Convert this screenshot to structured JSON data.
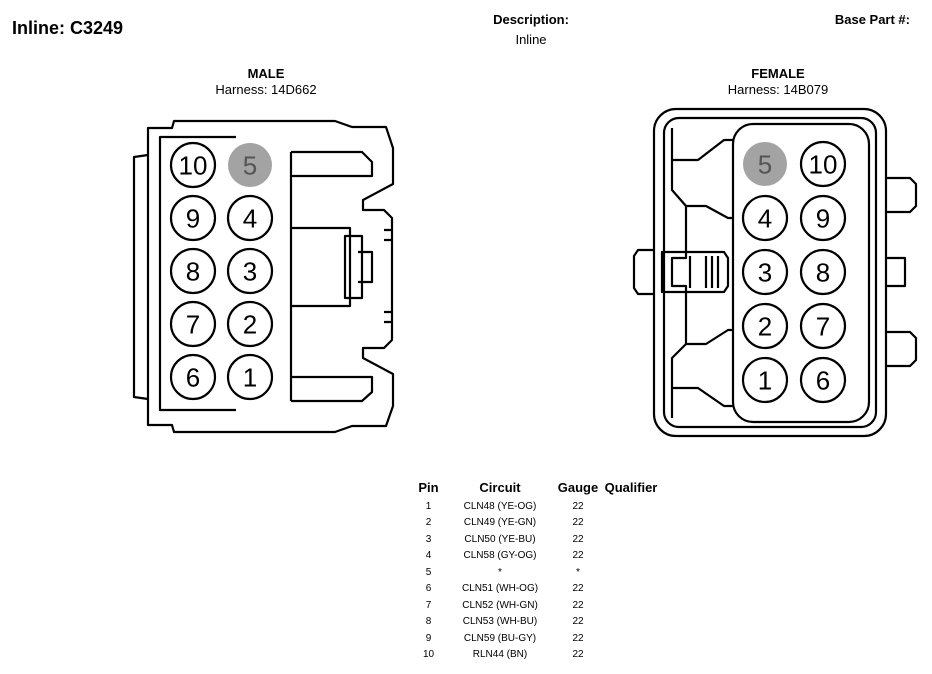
{
  "header": {
    "title": "Inline: C3249",
    "description_label": "Description:",
    "description_value": "Inline",
    "base_part_label": "Base Part #:"
  },
  "male": {
    "label": "MALE",
    "harness": "Harness: 14D662",
    "pins": [
      {
        "num": "10",
        "shaded": false
      },
      {
        "num": "5",
        "shaded": true
      },
      {
        "num": "9",
        "shaded": false
      },
      {
        "num": "4",
        "shaded": false
      },
      {
        "num": "8",
        "shaded": false
      },
      {
        "num": "3",
        "shaded": false
      },
      {
        "num": "7",
        "shaded": false
      },
      {
        "num": "2",
        "shaded": false
      },
      {
        "num": "6",
        "shaded": false
      },
      {
        "num": "1",
        "shaded": false
      }
    ]
  },
  "female": {
    "label": "FEMALE",
    "harness": "Harness: 14B079",
    "pins": [
      {
        "num": "5",
        "shaded": true
      },
      {
        "num": "10",
        "shaded": false
      },
      {
        "num": "4",
        "shaded": false
      },
      {
        "num": "9",
        "shaded": false
      },
      {
        "num": "3",
        "shaded": false
      },
      {
        "num": "8",
        "shaded": false
      },
      {
        "num": "2",
        "shaded": false
      },
      {
        "num": "7",
        "shaded": false
      },
      {
        "num": "1",
        "shaded": false
      },
      {
        "num": "6",
        "shaded": false
      }
    ]
  },
  "colors": {
    "shaded_pin": "#a3a3a3",
    "line": "#000000"
  },
  "pin_table": {
    "headers": [
      "Pin",
      "Circuit",
      "Gauge",
      "Qualifier"
    ],
    "rows": [
      {
        "pin": "1",
        "circuit": "CLN48 (YE-OG)",
        "gauge": "22",
        "qualifier": ""
      },
      {
        "pin": "2",
        "circuit": "CLN49 (YE-GN)",
        "gauge": "22",
        "qualifier": ""
      },
      {
        "pin": "3",
        "circuit": "CLN50 (YE-BU)",
        "gauge": "22",
        "qualifier": ""
      },
      {
        "pin": "4",
        "circuit": "CLN58 (GY-OG)",
        "gauge": "22",
        "qualifier": ""
      },
      {
        "pin": "5",
        "circuit": "*",
        "gauge": "*",
        "qualifier": ""
      },
      {
        "pin": "6",
        "circuit": "CLN51 (WH-OG)",
        "gauge": "22",
        "qualifier": ""
      },
      {
        "pin": "7",
        "circuit": "CLN52 (WH-GN)",
        "gauge": "22",
        "qualifier": ""
      },
      {
        "pin": "8",
        "circuit": "CLN53 (WH-BU)",
        "gauge": "22",
        "qualifier": ""
      },
      {
        "pin": "9",
        "circuit": "CLN59 (BU-GY)",
        "gauge": "22",
        "qualifier": ""
      },
      {
        "pin": "10",
        "circuit": "RLN44 (BN)",
        "gauge": "22",
        "qualifier": ""
      }
    ]
  }
}
